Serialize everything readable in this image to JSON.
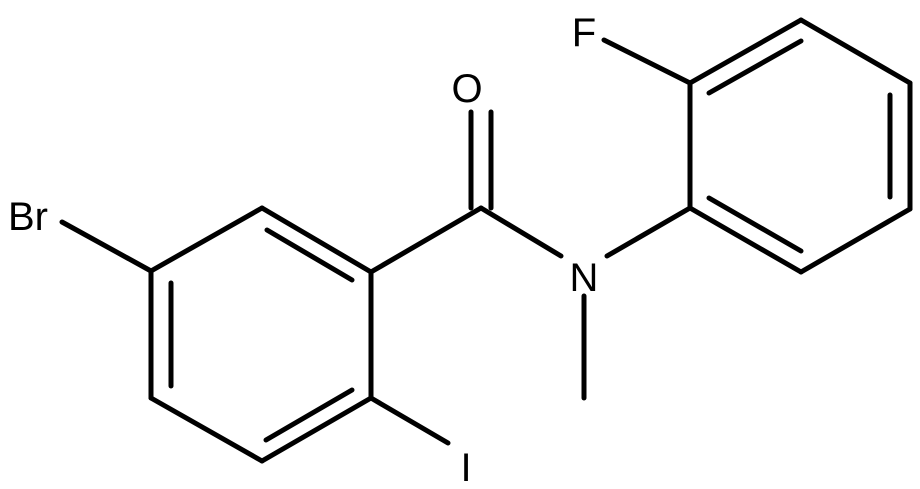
{
  "atoms": {
    "bromine": "Br",
    "oxygen": "O",
    "nitrogen": "N",
    "fluorine": "F",
    "iodine": "I"
  },
  "colors": {
    "bond": "#000000",
    "label": "#000000",
    "background": "#ffffff"
  }
}
